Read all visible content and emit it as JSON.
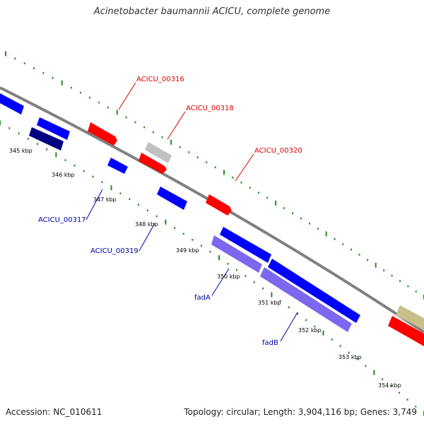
{
  "title": "Acinetobacter baumannii ACICU, complete genome",
  "footer": {
    "accession": "Accession: NC_010611",
    "summary": "Topology: circular; Length: 3,904,116 bp; Genes: 3,749"
  },
  "colors": {
    "backbone": "#808080",
    "ticks": "#228b22",
    "red_feature": "#ff0000",
    "blue_feature": "#0000ff",
    "navy_feature": "#000080",
    "gray_feature": "#c0c0c0",
    "lavender_feature": "#7b68ee",
    "olive_feature": "#c8c08a",
    "red_label": "#dd0000",
    "blue_label": "#0000aa"
  },
  "scale": {
    "unit": "kbp",
    "ticks": [
      "345 kbp",
      "346 kbp",
      "347 kbp",
      "348 kbp",
      "349 kbp",
      "350 kbp",
      "351 kbp",
      "352 kbp",
      "353 kbp",
      "354 kbp"
    ]
  },
  "gene_labels": {
    "top_strand": [
      "ACICU_00316",
      "ACICU_00318",
      "ACICU_00320"
    ],
    "bottom_strand": [
      "ACICU_00317",
      "ACICU_00319",
      "fadA",
      "fadB"
    ]
  }
}
